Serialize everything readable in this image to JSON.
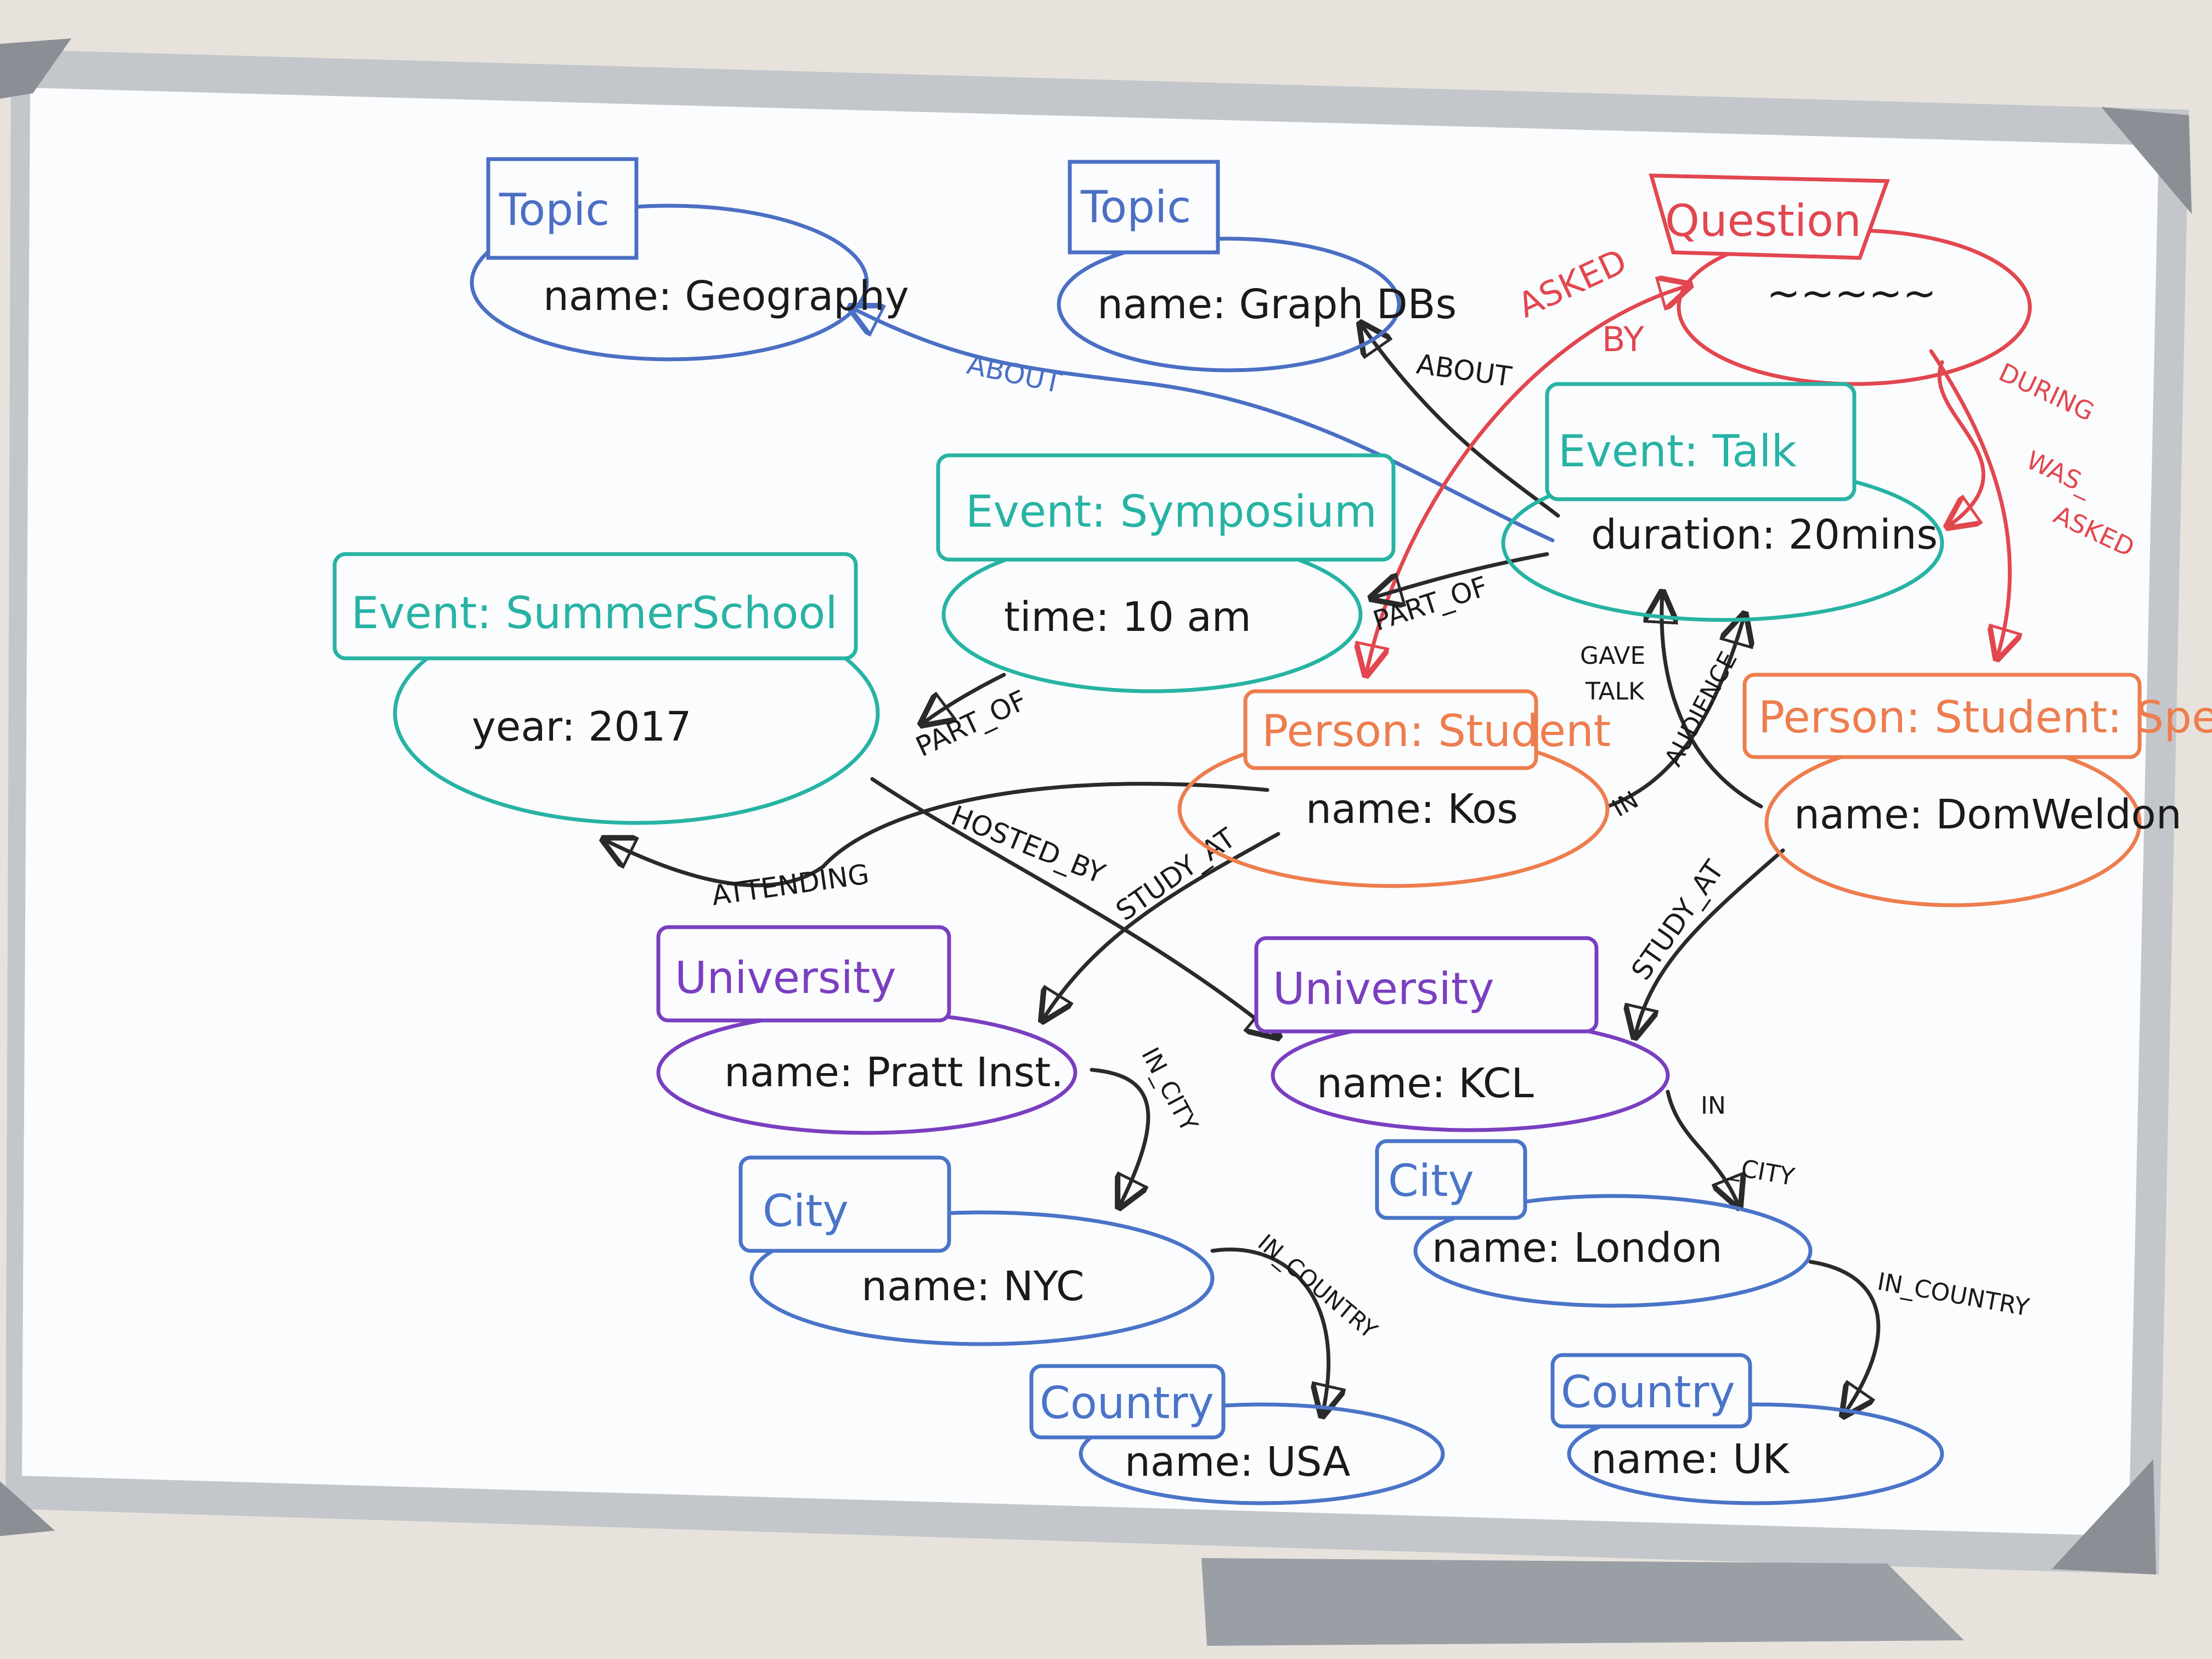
{
  "colors": {
    "topic": "#4b6fc4",
    "event": "#27b3a4",
    "question": "#e2474f",
    "person": "#ee7d4e",
    "university": "#7a3fc0",
    "place": "#4a74c8",
    "edge_dark": "#2a2a2a",
    "edge_red": "#e2474f",
    "board": "#fbfcfd",
    "frame": "#bfc3c8"
  },
  "nodes": {
    "topic_geo": {
      "label": "Topic",
      "prop": "name: Geography"
    },
    "topic_graph": {
      "label": "Topic",
      "prop": "name: Graph DBs"
    },
    "question": {
      "label": "Question",
      "prop": "~~~~~"
    },
    "event_talk": {
      "label": "Event: Talk",
      "prop": "duration: 20mins"
    },
    "event_symposium": {
      "label": "Event: Symposium",
      "prop": "time: 10 am"
    },
    "event_summer": {
      "label": "Event: SummerSchool",
      "prop": "year: 2017"
    },
    "person_student": {
      "label": "Person: Student",
      "prop": "name: Kos"
    },
    "person_speaker": {
      "label": "Person: Student: Speaker",
      "prop": "name: DomWeldon"
    },
    "uni_pratt": {
      "label": "University",
      "prop": "name: Pratt Inst."
    },
    "uni_kcl": {
      "label": "University",
      "prop": "name: KCL"
    },
    "city_nyc": {
      "label": "City",
      "prop": "name: NYC"
    },
    "city_london": {
      "label": "City",
      "prop": "name: London"
    },
    "country_usa": {
      "label": "Country",
      "prop": "name: USA"
    },
    "country_uk": {
      "label": "Country",
      "prop": "name: UK"
    }
  },
  "edges": {
    "about_geo": "ABOUT",
    "about_graph": "ABOUT",
    "asked_by_1": "ASKED",
    "asked_by_2": "BY",
    "during": "DURING",
    "was_asked_1": "WAS_",
    "was_asked_2": "ASKED",
    "part_of_talk": "PART_OF",
    "part_of_sym": "PART_OF",
    "gave_talk_1": "GAVE",
    "gave_talk_2": "TALK",
    "audience": "AUDIENCE",
    "in": "IN",
    "attending": "ATTENDING",
    "hosted_by": "HOSTED_BY",
    "study_at_1": "STUDY_AT",
    "study_at_2": "STUDY_AT",
    "in_city_1": "IN_CITY",
    "in_city_2a": "IN",
    "in_city_2b": "_CITY",
    "in_country_1": "IN_COUNTRY",
    "in_country_2": "IN_COUNTRY"
  }
}
